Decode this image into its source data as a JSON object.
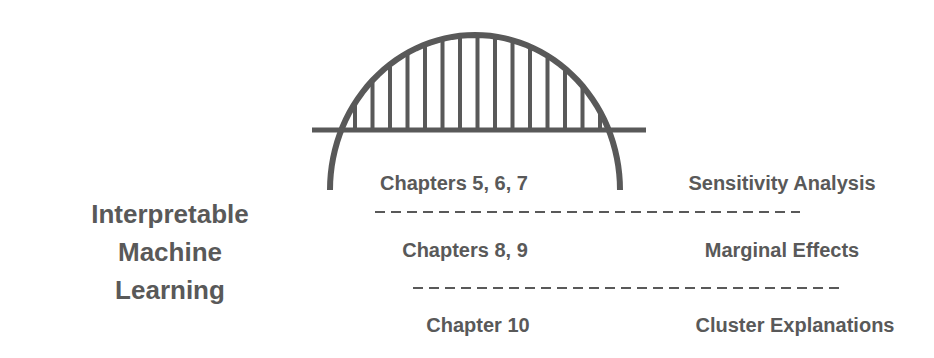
{
  "diagram": {
    "nodes": [
      {
        "text": [
          "Interpretable Machine Learning"
        ]
      },
      {
        "text": [
          "Sensitivity Analysis",
          "Marginal Effects",
          "Cluster Explanations"
        ]
      }
    ],
    "labels": [
      "Chapters 5, 6, 7",
      "Chapters 8, 9",
      "Chapter 10"
    ]
  }
}
